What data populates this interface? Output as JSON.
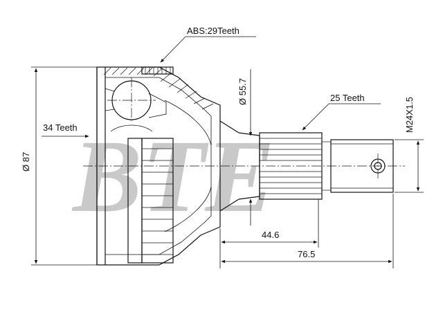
{
  "watermark": "BTE",
  "labels": {
    "abs": "ABS:29Teeth",
    "outer_diameter": "Ø 87",
    "inner_teeth": "34 Teeth",
    "seal_diameter": "Ø 55.7",
    "spline_teeth": "25 Teeth",
    "thread": "M24X1.5",
    "length_short": "44.6",
    "length_total": "76.5"
  }
}
